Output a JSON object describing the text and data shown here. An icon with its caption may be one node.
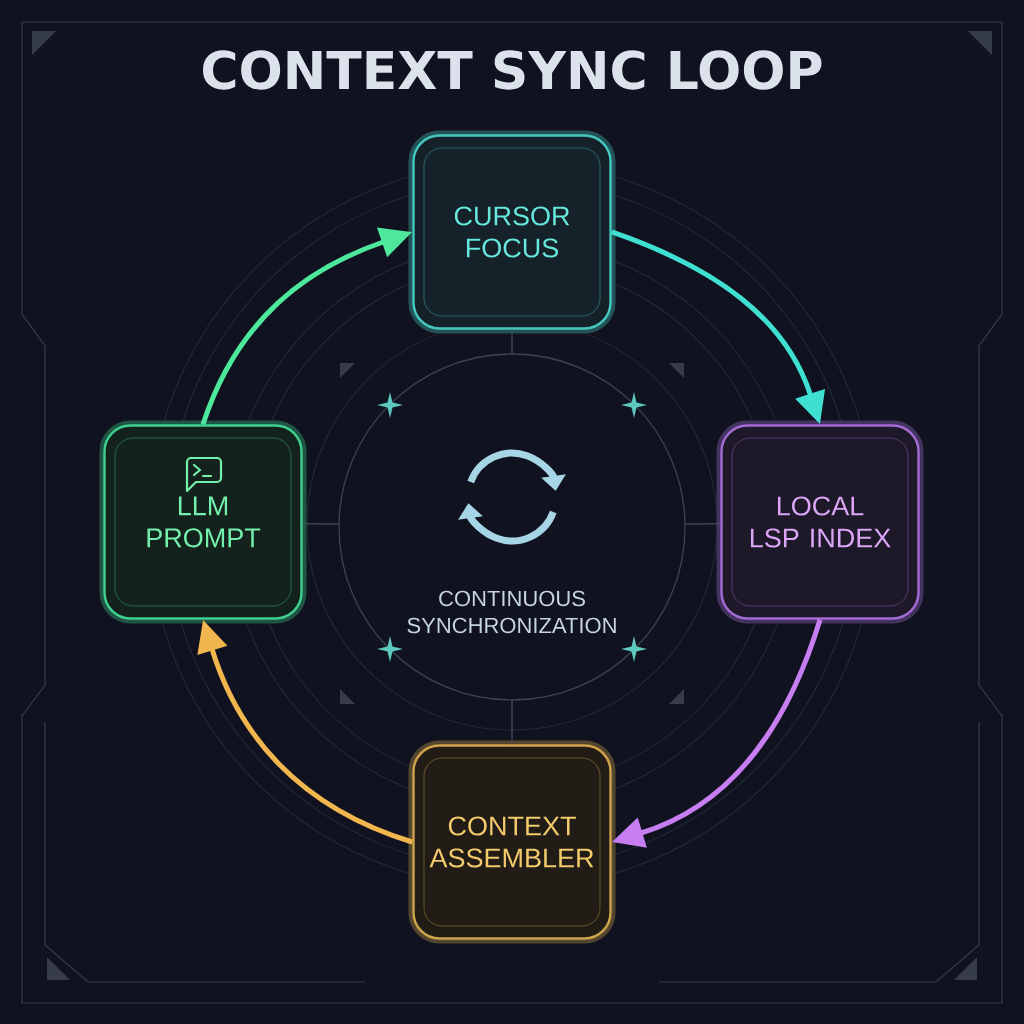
{
  "diagram": {
    "title": "CONTEXT SYNC LOOP",
    "nodes": [
      {
        "text": [
          "CURSOR FOCUS"
        ]
      },
      {
        "text": [
          "LLM PROMPT"
        ]
      },
      {
        "text": [
          "CONTINUOUS SYNCHRONIZATION"
        ]
      },
      {
        "text": [
          "LOCAL LSP INDEX"
        ]
      },
      {
        "text": [
          "CONTEXT ASSEMBLER"
        ]
      }
    ],
    "edges": [
      {
        "from": 0,
        "to": 3,
        "arrow": "to",
        "style": "thick",
        "color": "#3fe0d2"
      },
      {
        "from": 3,
        "to": 4,
        "arrow": "to",
        "style": "thick",
        "color": "#c77ef2"
      },
      {
        "from": 4,
        "to": 1,
        "arrow": "to",
        "style": "thick",
        "color": "#f2b64e"
      },
      {
        "from": 1,
        "to": 0,
        "arrow": "to",
        "style": "thick",
        "color": "#4ee89c"
      },
      {
        "from": 0,
        "to": 2,
        "arrow": "none",
        "color": "#454d5e"
      },
      {
        "from": 1,
        "to": 2,
        "arrow": "none",
        "color": "#454d5e"
      },
      {
        "from": 3,
        "to": 2,
        "arrow": "none",
        "color": "#454d5e"
      },
      {
        "from": 4,
        "to": 2,
        "arrow": "none",
        "color": "#454d5e"
      }
    ]
  }
}
